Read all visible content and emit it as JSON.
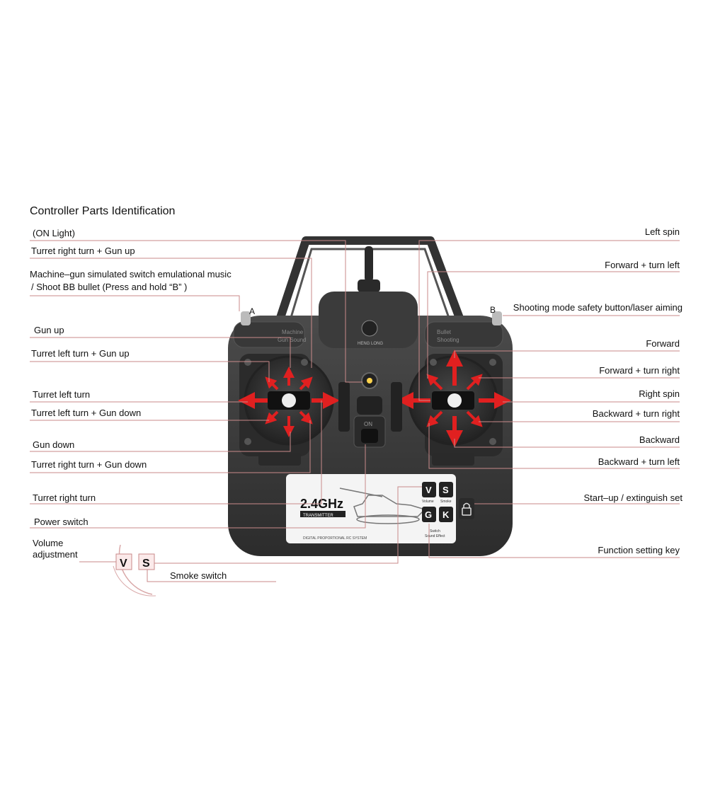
{
  "title": "Controller Parts Identification",
  "labels_left": {
    "on_light": "(ON  Light)",
    "turret_right_gun_up": "Turret right turn + Gun up",
    "machine_gun_line1": "Machine–gun simulated switch emulational  music",
    "machine_gun_line2": "/ Shoot BB bullet (Press and hold  “B” )",
    "gun_up": "Gun up",
    "turret_left_gun_up": "Turret left turn + Gun up",
    "turret_left": "Turret left turn",
    "turret_left_gun_down": "Turret left turn + Gun down",
    "gun_down": "Gun down",
    "turret_right_gun_down": "Turret right turn + Gun down",
    "turret_right": "Turret right turn",
    "power_switch": "Power switch",
    "volume_line1": "Volume",
    "volume_line2": "adjustment",
    "smoke_switch": "Smoke switch"
  },
  "labels_right": {
    "left_spin": "Left spin",
    "forward_turn_left": "Forward + turn left",
    "shooting_mode": "Shooting mode safety button/laser aiming",
    "forward": "Forward",
    "forward_turn_right": "Forward + turn right",
    "right_spin": "Right spin",
    "backward_turn_right": "Backward + turn right",
    "backward": "Backward",
    "backward_turn_left": "Backward + turn left",
    "startup": "Start–up / extinguish set",
    "function_key": "Function setting key"
  },
  "controller": {
    "button_a": "A",
    "button_b": "B",
    "brand": "HENG LONG",
    "left_shoulder_line1": "Machine",
    "left_shoulder_line2": "Gun Sound",
    "right_shoulder_line1": "Bullet",
    "right_shoulder_line2": "Shooting",
    "power_on": "ON",
    "freq": "2.4GHz",
    "transmitter": "TRANSMITTER",
    "system": "DIGITAL PROPORTIONAL RC SYSTEM",
    "key_v": "V",
    "key_s": "S",
    "key_g": "G",
    "key_k": "K",
    "key_v_caption": "Volume",
    "key_s_caption": "Smoke",
    "switch_caption_1": "Switch",
    "switch_caption_2": "Sound Effect",
    "magnifier_v": "V",
    "magnifier_s": "S"
  },
  "colors": {
    "leader_line": "#c98a8a",
    "arrow_red": "#e02020",
    "body_dark": "#3a3a3a",
    "panel_light": "#f4f4f4"
  }
}
